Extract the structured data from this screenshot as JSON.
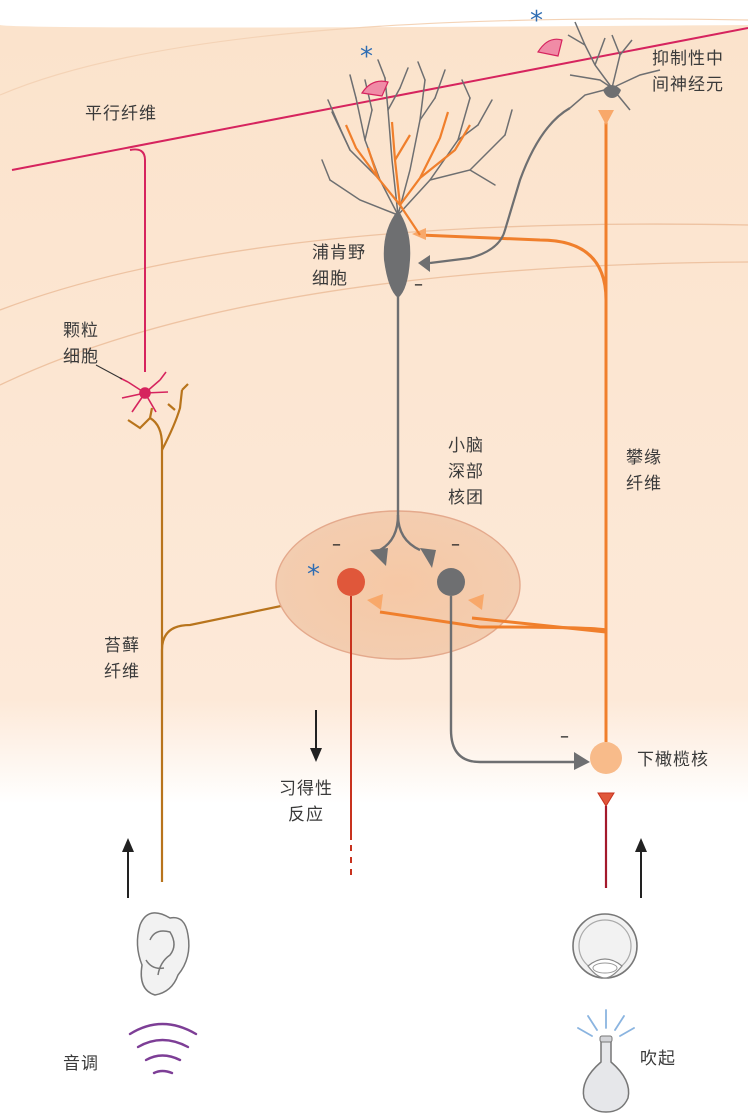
{
  "labels": {
    "parallel_fiber": "平行纤维",
    "inhibitory_interneuron_line1": "抑制性中",
    "inhibitory_interneuron_line2": "间神经元",
    "purkinje_line1": "浦肯野",
    "purkinje_line2": "细胞",
    "granule_line1": "颗粒",
    "granule_line2": "细胞",
    "deep_nuclei_line1": "小脑",
    "deep_nuclei_line2": "深部",
    "deep_nuclei_line3": "核团",
    "climbing_fiber_line1": "攀缘",
    "climbing_fiber_line2": "纤维",
    "mossy_fiber_line1": "苔藓",
    "mossy_fiber_line2": "纤维",
    "inferior_olive": "下橄榄核",
    "learned_response_line1": "习得性",
    "learned_response_line2": "反应",
    "tone": "音调",
    "air_puff": "吹起"
  },
  "marks": {
    "inhibitory": "–",
    "plasticity_site": "*"
  },
  "colors": {
    "background_band": "#fbe6d2",
    "parallel_fiber": "#d6245e",
    "mossy_fiber": "#b8741c",
    "climbing_fiber": "#f07f2c",
    "purkinje": "#6e6f71",
    "deep_nucleus_active": "#e0573a",
    "output_axon": "#c8321e",
    "star": "#2f6db3",
    "olive": "#f8bb8a"
  },
  "icons": [
    "ear-icon",
    "sound-wave-icon",
    "eye-icon",
    "air-puff-bulb-icon",
    "up-arrow-icon",
    "down-arrow-icon"
  ]
}
